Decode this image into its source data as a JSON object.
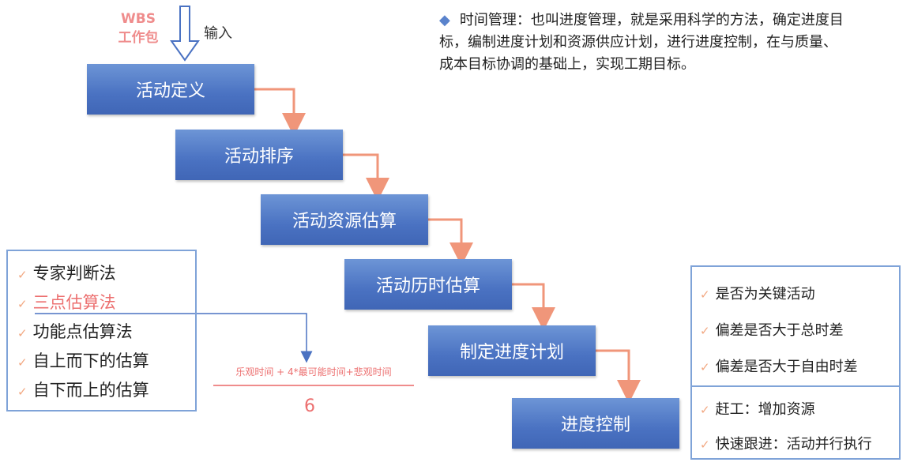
{
  "wbs": {
    "line1": "WBS",
    "line2": "工作包",
    "input_label": "输入"
  },
  "steps": [
    "活动定义",
    "活动排序",
    "活动资源估算",
    "活动历时估算",
    "制定进度计划",
    "进度控制"
  ],
  "description": "时间管理：也叫进度管理，就是采用科学的方法，确定进度目标，编制进度计划和资源供应计划，进行进度控制，在与质量、成本目标协调的基础上，实现工期目标。",
  "estimation_methods": [
    "专家判断法",
    "三点估算法",
    "功能点估算法",
    "自上而下的估算",
    "自下而上的估算"
  ],
  "formula": "乐观时间 + 4*最可能时间+悲观时间",
  "formula_divisor": "6",
  "control_checks": [
    "是否为关键活动",
    "偏差是否大于总时差",
    "偏差是否大于自由时差"
  ],
  "control_actions": [
    "赶工：增加资源",
    "快速跟进：活动并行执行"
  ],
  "colors": {
    "step_blue": "#4a72c2",
    "arrow_orange": "#f0967a",
    "highlight_red": "#ec6f6f",
    "box_border": "#7fa3d8"
  }
}
